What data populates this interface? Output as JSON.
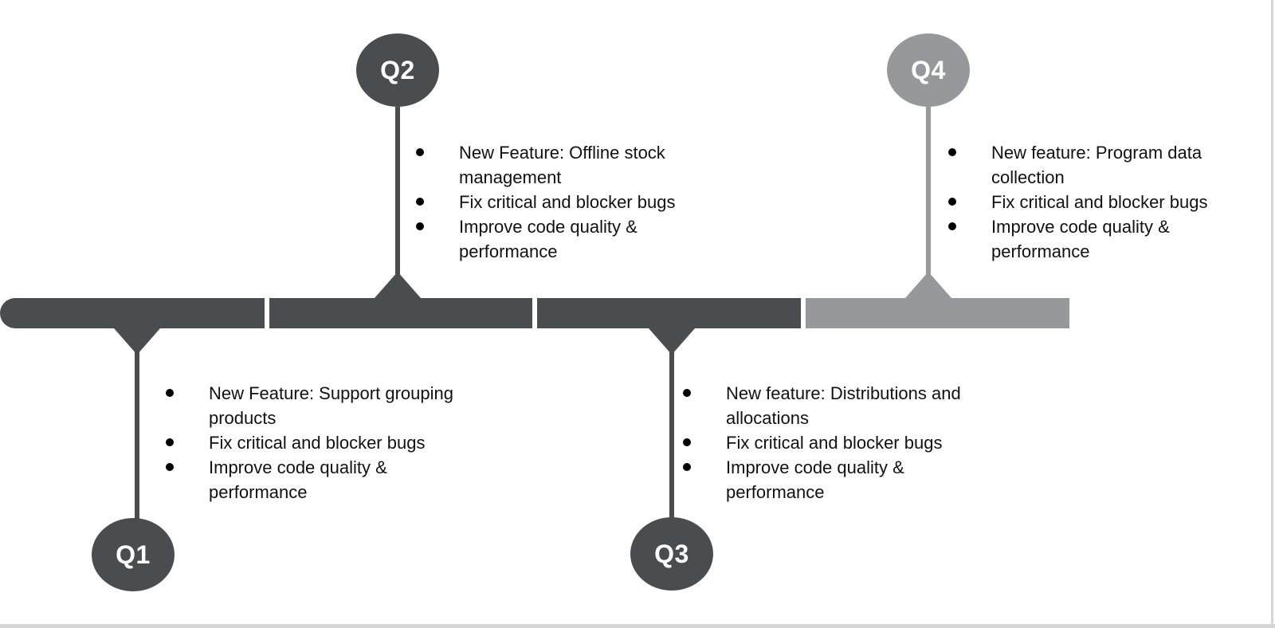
{
  "diagram": {
    "type": "quarterly-roadmap-timeline",
    "colors": {
      "dark_segment": "#494d4f",
      "light_segment": "#96989c",
      "bullet_text": "#111111",
      "circle_label": "#ffffff",
      "page_edge": "#d6d6d6"
    },
    "quarters": [
      {
        "label": "Q1",
        "theme": "dark",
        "side": "below",
        "items": [
          "New Feature: Support grouping products",
          "Fix critical and blocker bugs",
          "Improve code quality & performance"
        ]
      },
      {
        "label": "Q2",
        "theme": "dark",
        "side": "above",
        "items": [
          "New Feature: Offline stock management",
          "Fix critical and blocker bugs",
          "Improve code quality & performance"
        ]
      },
      {
        "label": "Q3",
        "theme": "dark",
        "side": "below",
        "items": [
          "New feature: Distributions and allocations",
          "Fix critical and blocker bugs",
          "Improve code quality & performance"
        ]
      },
      {
        "label": "Q4",
        "theme": "light",
        "side": "above",
        "items": [
          "New feature: Program data collection",
          "Fix critical and blocker bugs",
          "Improve code quality & performance"
        ]
      }
    ]
  }
}
